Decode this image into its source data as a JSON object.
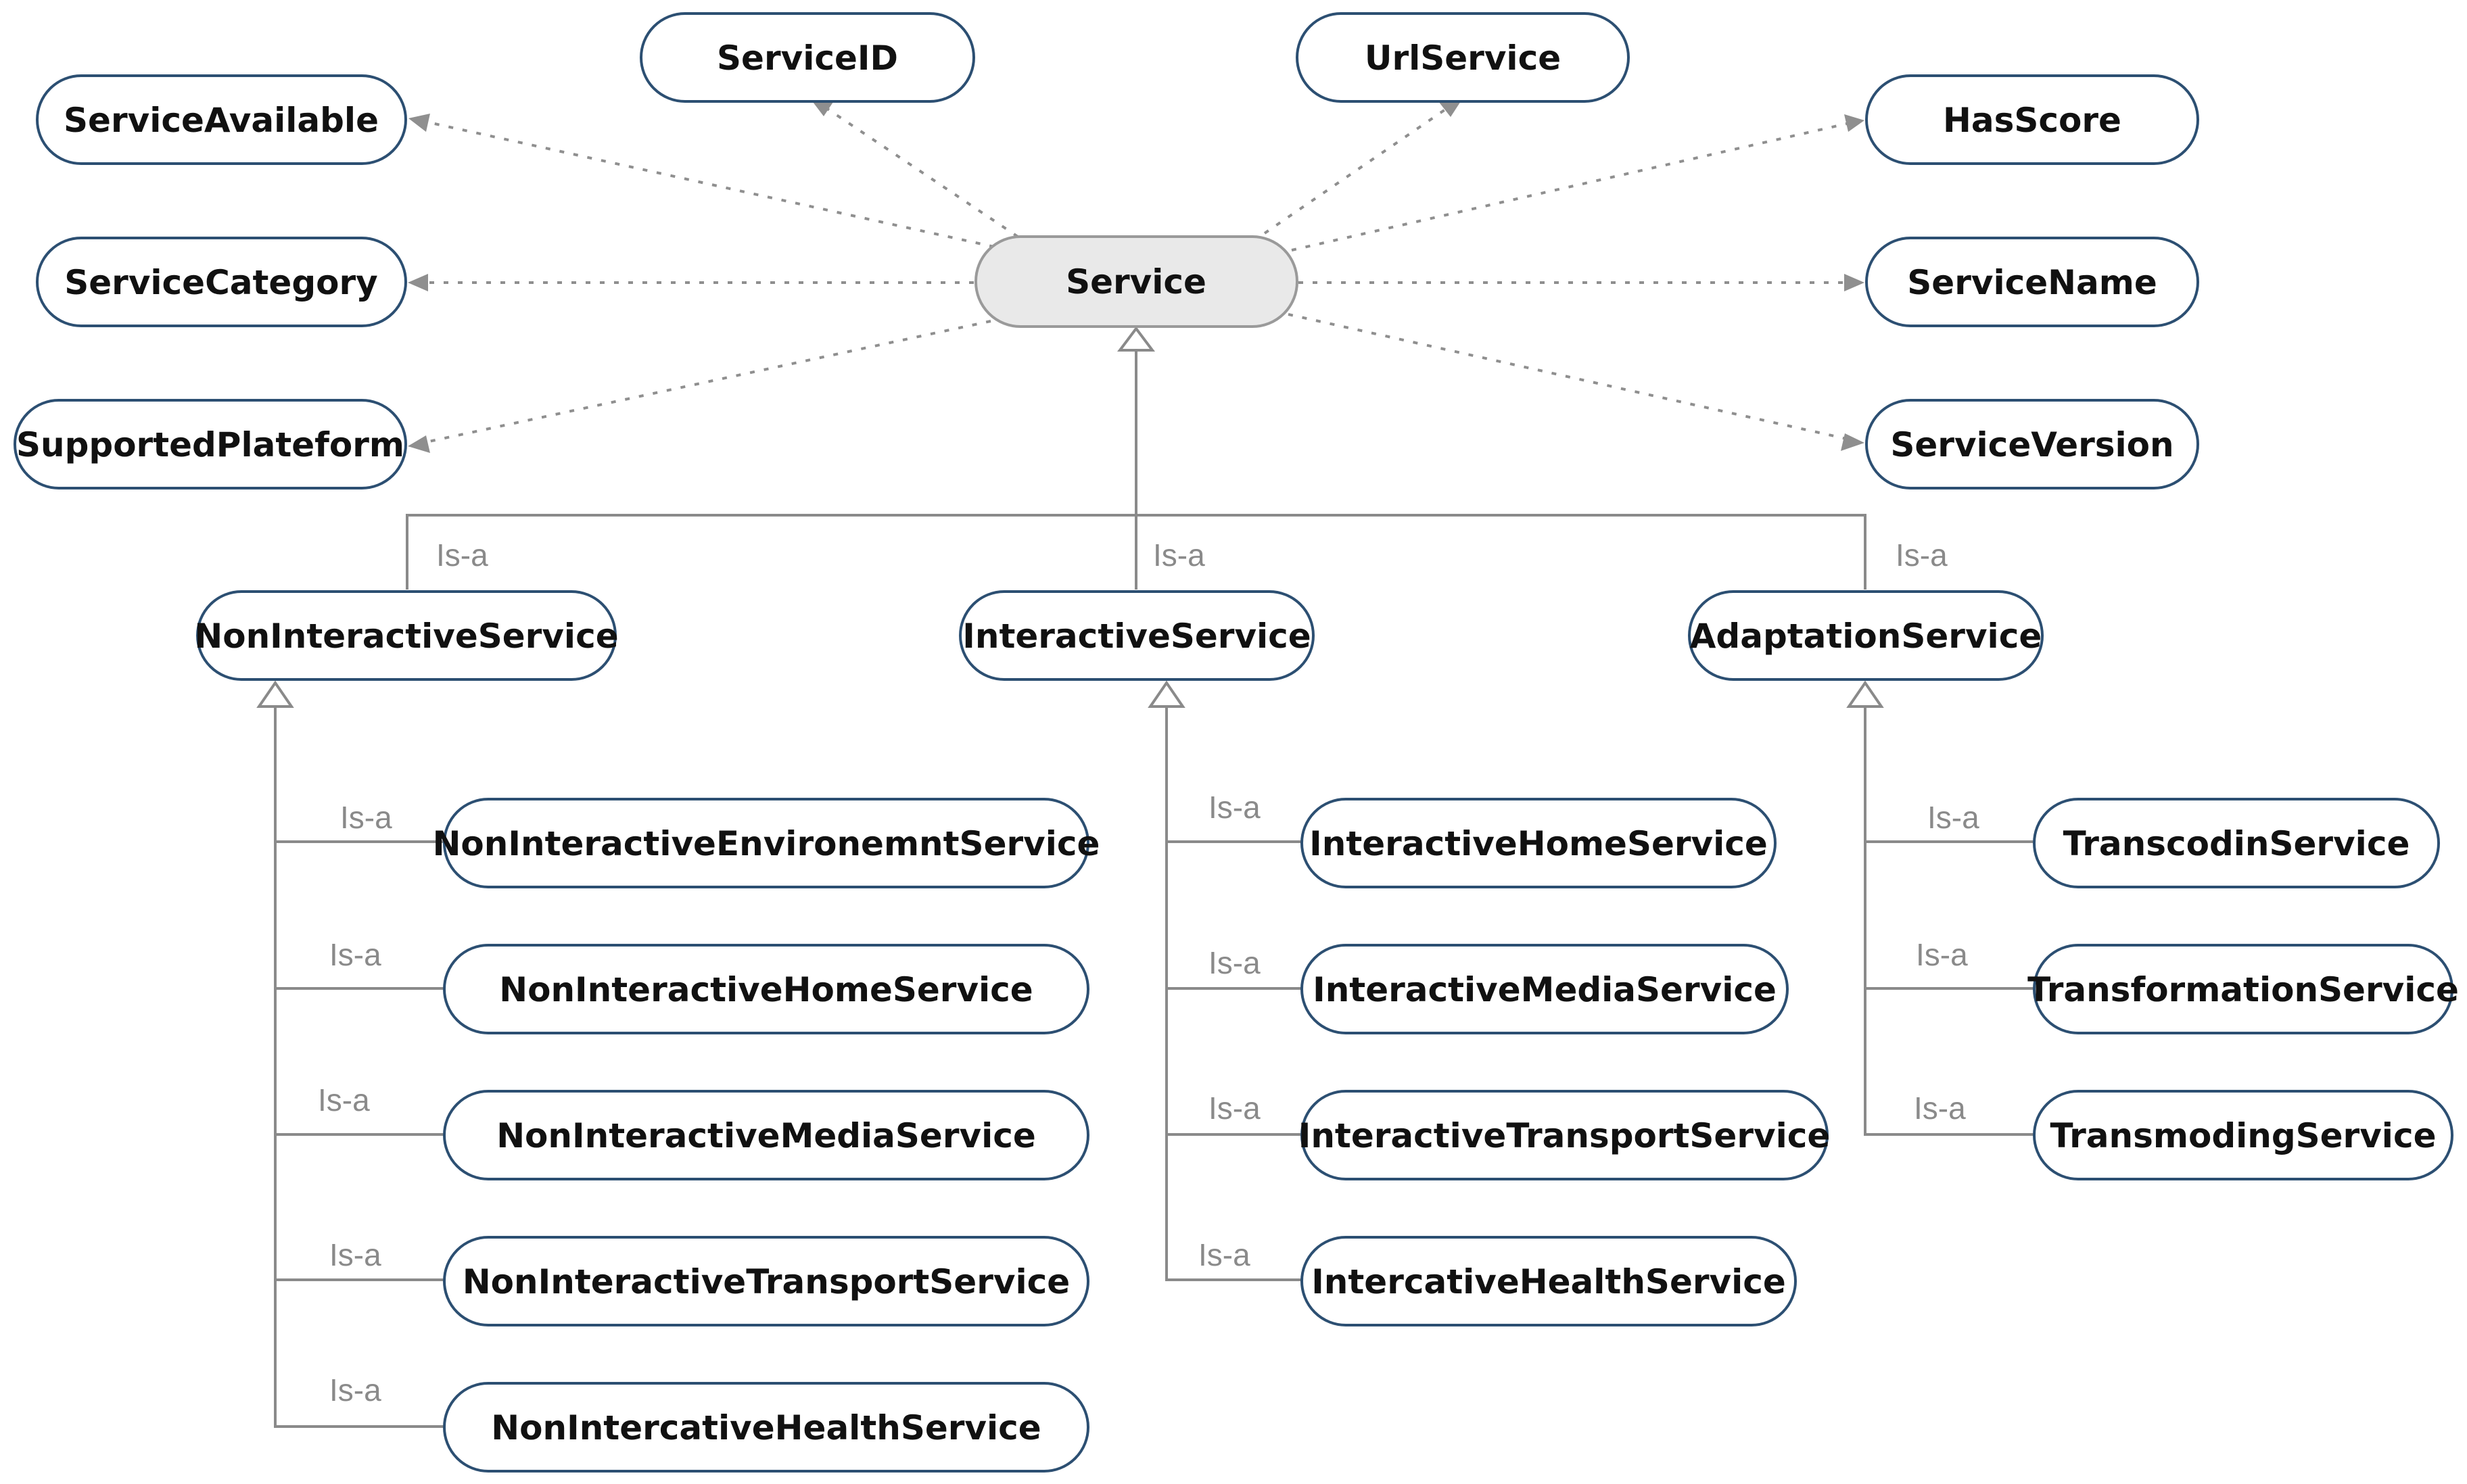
{
  "root": {
    "label": "Service"
  },
  "properties": {
    "service_available": "ServiceAvailable",
    "service_id": "ServiceID",
    "url_service": "UrlService",
    "has_score": "HasScore",
    "service_category": "ServiceCategory",
    "service_name": "ServiceName",
    "supported_plateform": "SupportedPlateform",
    "service_version": "ServiceVersion"
  },
  "relation_label": "Is-a",
  "categories": {
    "non_interactive": {
      "label": "NonInteractiveService",
      "children": [
        "NonInteractiveEnvironemntService",
        "NonInteractiveHomeService",
        "NonInteractiveMediaService",
        "NonInteractiveTransportService",
        "NonIntercativeHealthService"
      ]
    },
    "interactive": {
      "label": "InteractiveService",
      "children": [
        "InteractiveHomeService",
        "InteractiveMediaService",
        "InteractiveTransportService",
        "IntercativeHealthService"
      ]
    },
    "adaptation": {
      "label": "AdaptationService",
      "children": [
        "TranscodinService",
        "TransformationService",
        "TransmodingService"
      ]
    }
  },
  "colors": {
    "node_border": "#2c4f72",
    "root_fill": "#e9e9e9",
    "connector": "#8a8a8a",
    "text": "#111111"
  }
}
